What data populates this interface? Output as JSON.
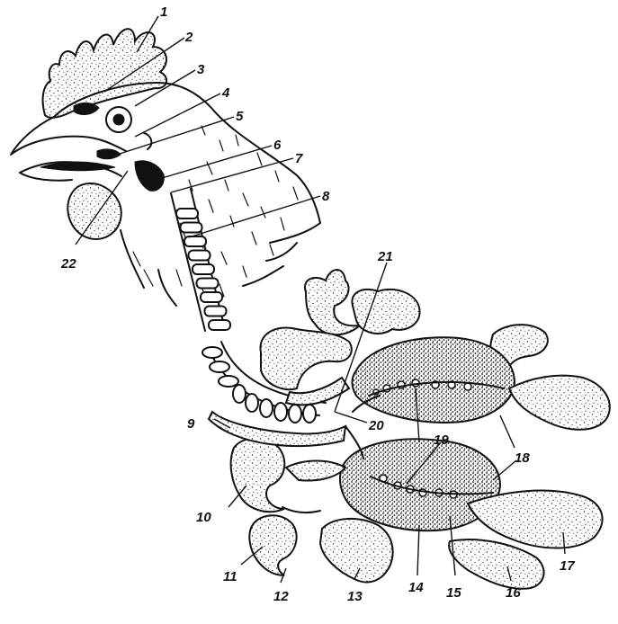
{
  "labels": [
    {
      "id": "1",
      "text": "1"
    },
    {
      "id": "2",
      "text": "2"
    },
    {
      "id": "3",
      "text": "3"
    },
    {
      "id": "4",
      "text": "4"
    },
    {
      "id": "5",
      "text": "5"
    },
    {
      "id": "6",
      "text": "6"
    },
    {
      "id": "7",
      "text": "7"
    },
    {
      "id": "8",
      "text": "8"
    },
    {
      "id": "9",
      "text": "9"
    },
    {
      "id": "10",
      "text": "10"
    },
    {
      "id": "11",
      "text": "11"
    },
    {
      "id": "12",
      "text": "12"
    },
    {
      "id": "13",
      "text": "13"
    },
    {
      "id": "14",
      "text": "14"
    },
    {
      "id": "15",
      "text": "15"
    },
    {
      "id": "16",
      "text": "16"
    },
    {
      "id": "17",
      "text": "17"
    },
    {
      "id": "18",
      "text": "18"
    },
    {
      "id": "19",
      "text": "19"
    },
    {
      "id": "20",
      "text": "20"
    },
    {
      "id": "21",
      "text": "21"
    },
    {
      "id": "22",
      "text": "22"
    }
  ],
  "colors": {
    "ink": "#111111",
    "paper": "#ffffff"
  }
}
